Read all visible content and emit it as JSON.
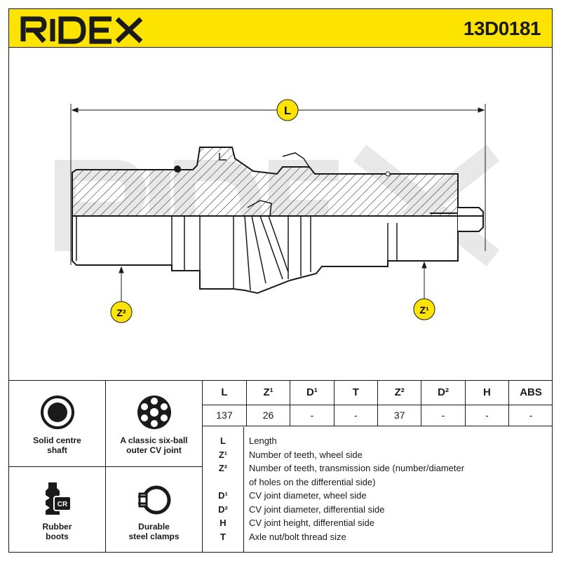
{
  "header": {
    "brand": "RIDEX",
    "part_number": "13D0181",
    "color_accent": "#fce300"
  },
  "drawing": {
    "watermark": "RIDEX",
    "dim_length_label": "L",
    "callout_left": "Z²",
    "callout_right": "Z¹"
  },
  "features": [
    {
      "icon": "solid-shaft-icon",
      "label_line1": "Solid centre",
      "label_line2": "shaft"
    },
    {
      "icon": "six-ball-joint-icon",
      "label_line1": "A classic six-ball",
      "label_line2": "outer CV joint"
    },
    {
      "icon": "rubber-boot-icon",
      "icon_text": "CR",
      "label_line1": "Rubber",
      "label_line2": "boots"
    },
    {
      "icon": "steel-clamp-icon",
      "label_line1": "Durable",
      "label_line2": "steel clamps"
    }
  ],
  "spec_table": {
    "headers": [
      "L",
      "Z¹",
      "D¹",
      "T",
      "Z²",
      "D²",
      "H",
      "ABS"
    ],
    "values": [
      "137",
      "26",
      "-",
      "-",
      "37",
      "-",
      "-",
      "-"
    ]
  },
  "legend": [
    {
      "key": "L",
      "text": "Length"
    },
    {
      "key": "Z¹",
      "text": "Number of teeth, wheel side"
    },
    {
      "key": "Z²",
      "text": "Number of teeth, transmission side (number/diameter"
    },
    {
      "key": "",
      "text": "of holes on the differential side)"
    },
    {
      "key": "D¹",
      "text": "CV joint diameter, wheel side"
    },
    {
      "key": "D²",
      "text": "CV joint diameter, differential side"
    },
    {
      "key": "H",
      "text": "CV joint height, differential side"
    },
    {
      "key": "T",
      "text": "Axle nut/bolt thread size"
    }
  ]
}
